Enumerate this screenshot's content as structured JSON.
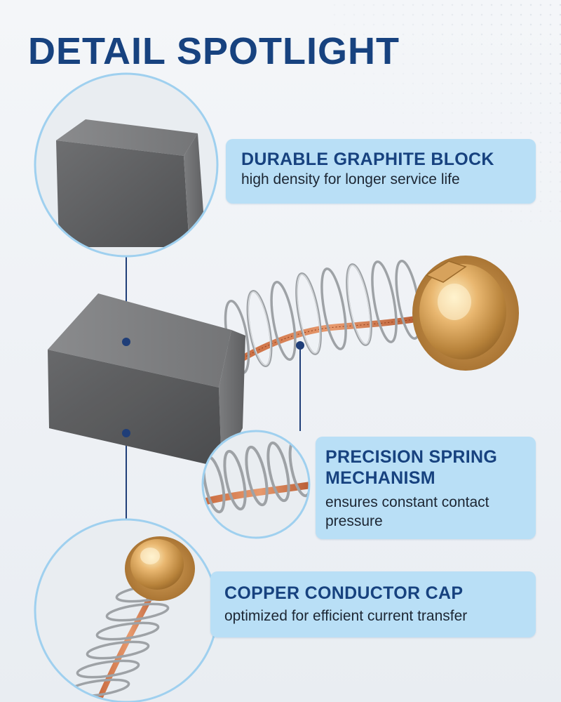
{
  "header": {
    "title": "DETAIL SPOTLIGHT"
  },
  "features": [
    {
      "title": "DURABLE GRAPHITE BLOCK",
      "description": "high density for longer service life"
    },
    {
      "title": "PRECISION SPRING MECHANISM",
      "description": "ensures constant contact pressure"
    },
    {
      "title": "COPPER CONDUCTOR CAP",
      "description": "optimized for efficient current transfer"
    }
  ],
  "colors": {
    "title": "#17427f",
    "callout_background": "#b9dff6",
    "circle_border": "#9fd0ef",
    "connector": "#1f3e78"
  },
  "images": [
    "graphite-block-closeup",
    "carbon-brush-product",
    "spring-closeup",
    "copper-cap-closeup"
  ]
}
